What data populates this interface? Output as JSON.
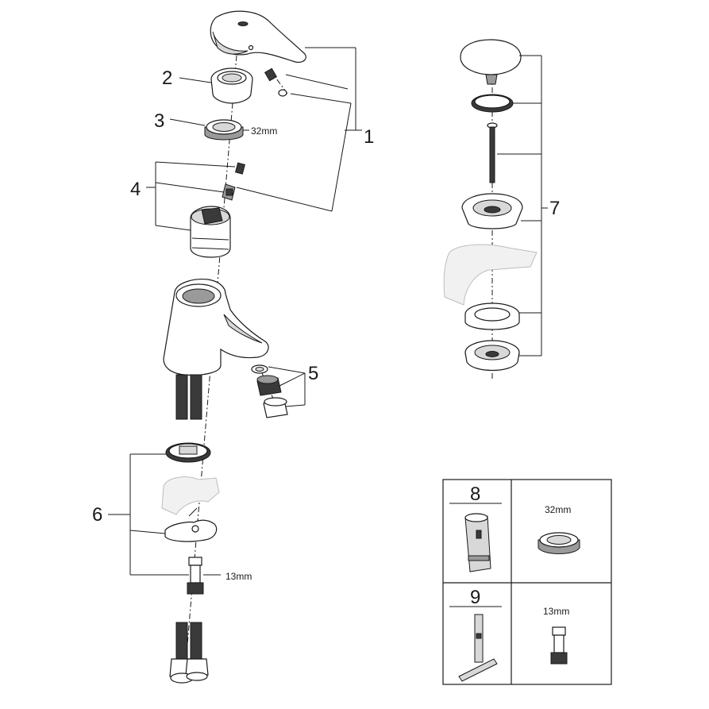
{
  "callouts": {
    "c1": "1",
    "c2": "2",
    "c3": "3",
    "c4": "4",
    "c5": "5",
    "c6": "6",
    "c7": "7",
    "c8": "8",
    "c9": "9"
  },
  "dimensions": {
    "nut_main": "32mm",
    "hose_nipple": "13mm",
    "tool_nut": "32mm",
    "tool_nipple": "13mm"
  }
}
